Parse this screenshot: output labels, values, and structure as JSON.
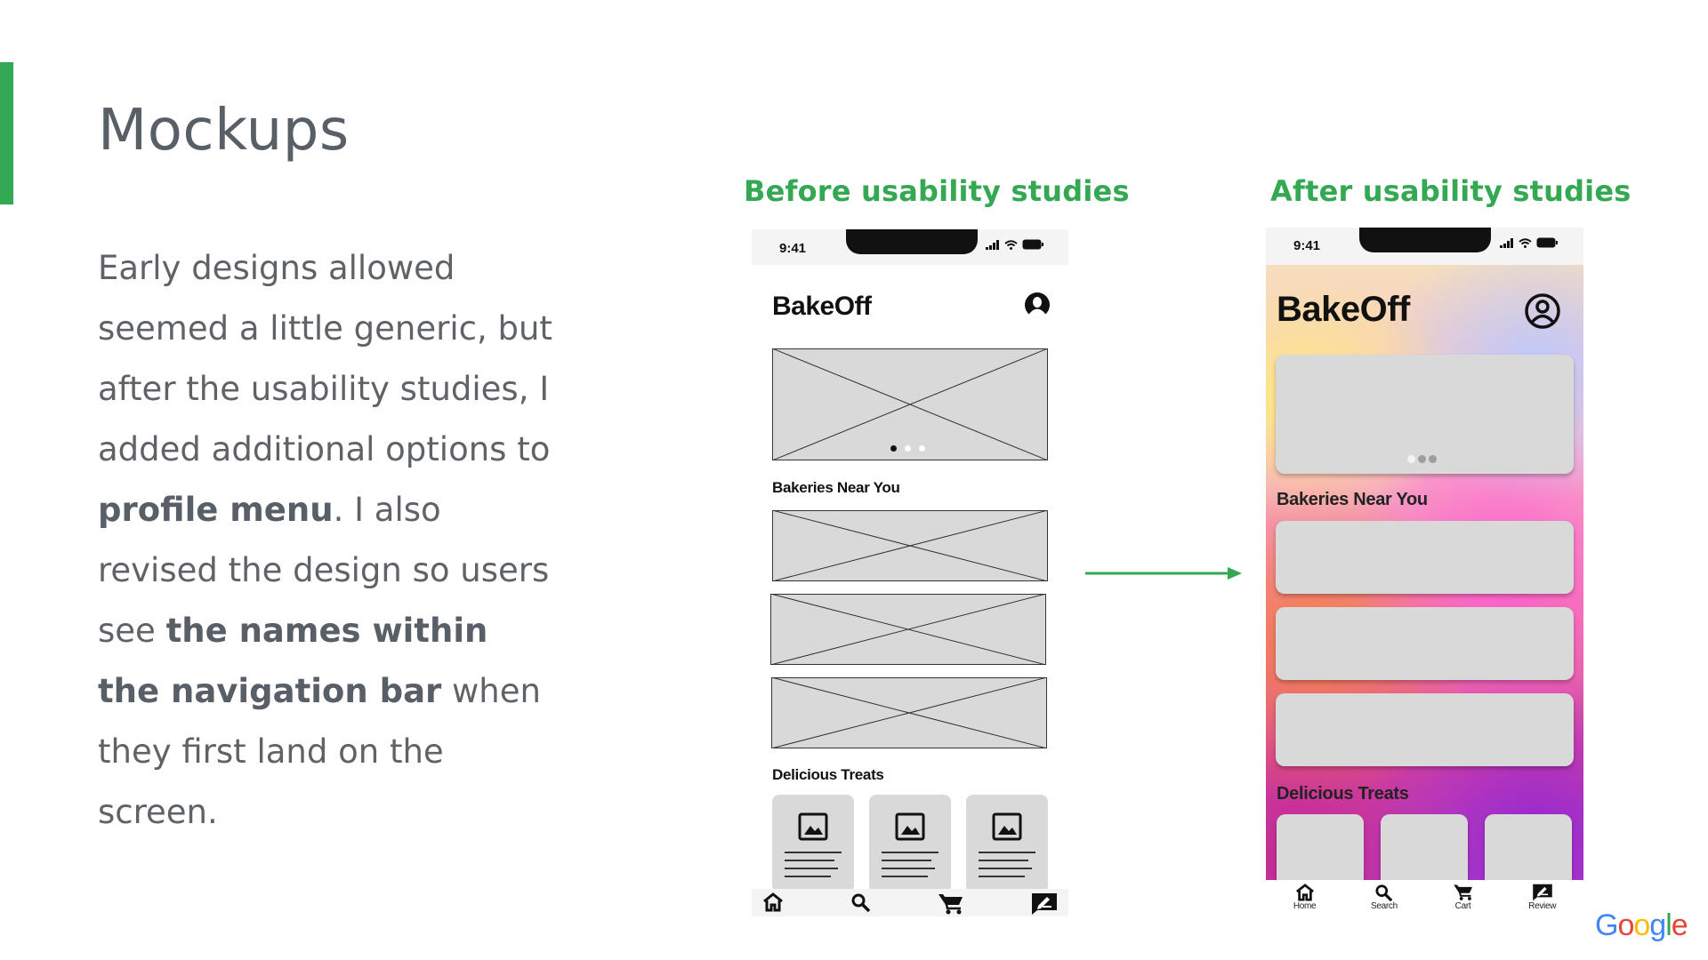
{
  "slide": {
    "title": "Mockups",
    "body_segments": [
      {
        "text": "Early designs allowed seemed a little generic, but after the usability studies, I added additional options to ",
        "bold": false
      },
      {
        "text": "profile menu",
        "bold": true
      },
      {
        "text": ". I also revised the design so users see ",
        "bold": false
      },
      {
        "text": "the names within the navigation bar",
        "bold": true
      },
      {
        "text": " when they first land on the screen.",
        "bold": false
      }
    ],
    "label_before": "Before usability studies",
    "label_after": "After usability studies",
    "footer_logo": [
      "G",
      "o",
      "o",
      "g",
      "l",
      "e"
    ],
    "logo_colors": [
      "#4285f4",
      "#ea4335",
      "#fbbc05",
      "#4285f4",
      "#34a853",
      "#ea4335"
    ],
    "accent_color": "#34a853"
  },
  "before": {
    "time": "9:41",
    "app_title": "BakeOff",
    "section_bakeries": "Bakeries Near You",
    "section_treats": "Delicious Treats",
    "carousel_dots": 3,
    "tab_icons": [
      "home-icon",
      "search-icon",
      "cart-icon",
      "review-icon"
    ]
  },
  "after": {
    "time": "9:41",
    "app_title": "BakeOff",
    "section_bakeries": "Bakeries Near You",
    "section_treats": "Delicious Treats",
    "carousel_dots": 3,
    "tabs": [
      {
        "icon": "home-icon",
        "label": "Home"
      },
      {
        "icon": "search-icon",
        "label": "Search"
      },
      {
        "icon": "cart-icon",
        "label": "Cart"
      },
      {
        "icon": "review-icon",
        "label": "Review"
      }
    ]
  }
}
